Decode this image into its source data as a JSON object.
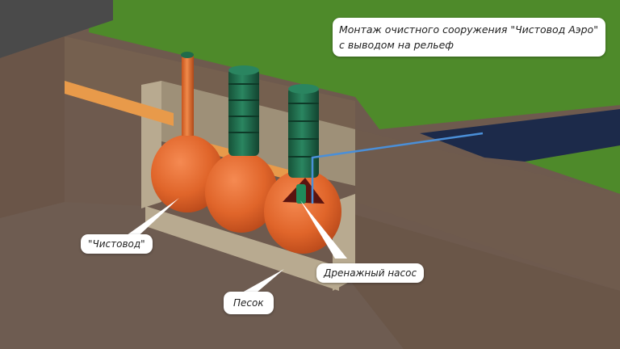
{
  "diagram": {
    "title_line1": "Монтаж очистного сооружения \"Чистовод Аэро\"",
    "title_line2": "с выводом на рельеф",
    "labels": [
      {
        "id": "tank",
        "text": "\"Чистовод\""
      },
      {
        "id": "pump",
        "text": "Дренажный насос"
      },
      {
        "id": "sand",
        "text": "Песок"
      }
    ],
    "colors": {
      "tank_orange": "#e0652a",
      "riser_green": "#1f6b4a",
      "pipe_orange": "#e89a4a",
      "drain_pipe_blue": "#4a8fd8",
      "grass": "#4e8a2a",
      "soil": "#6e5a4e",
      "sand": "#b8aa90",
      "water": "#1c2a4a",
      "brick": "#4a4a4a"
    }
  }
}
